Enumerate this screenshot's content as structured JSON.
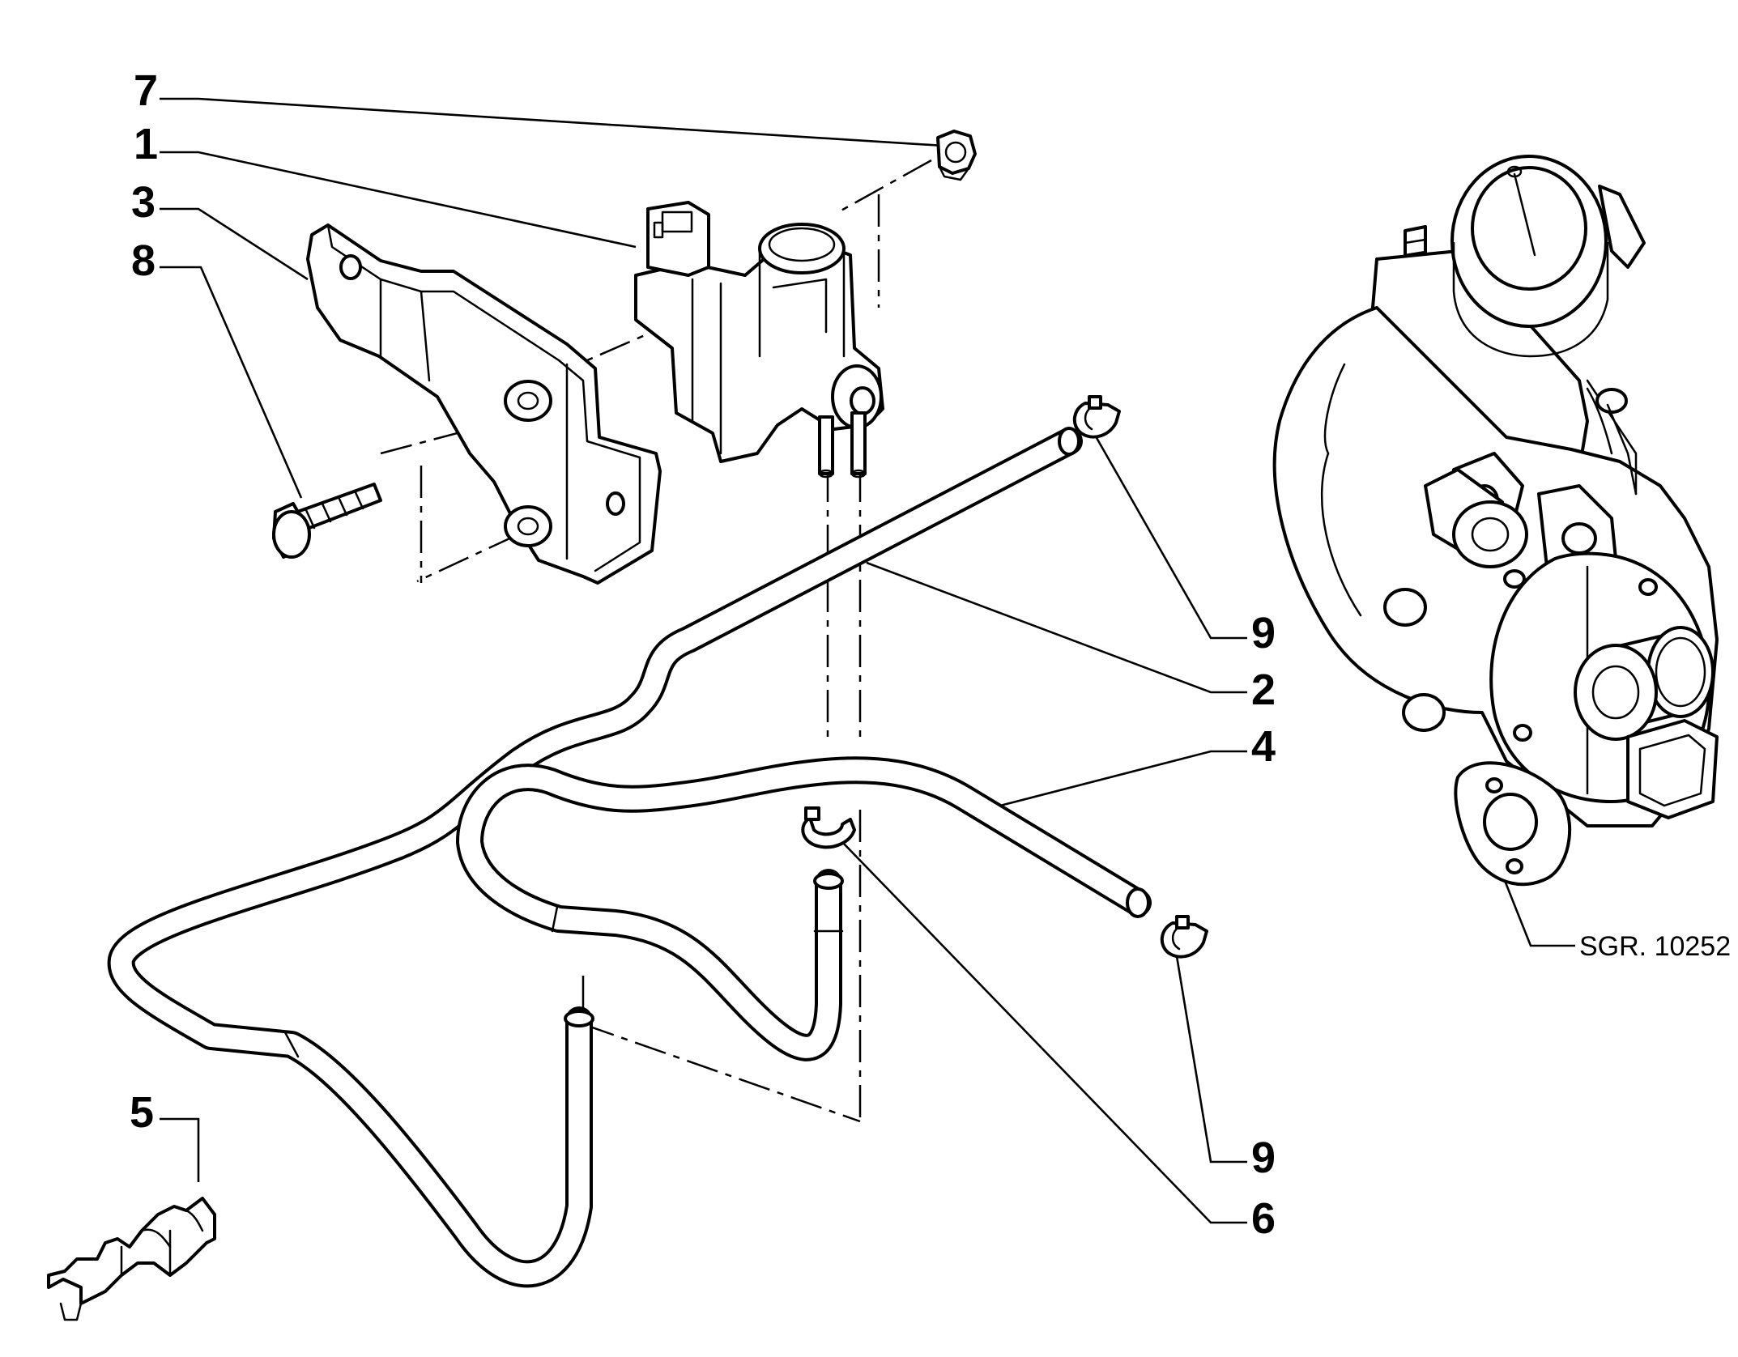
{
  "callouts": [
    {
      "id": "7",
      "label": "7"
    },
    {
      "id": "1",
      "label": "1"
    },
    {
      "id": "3",
      "label": "3"
    },
    {
      "id": "8",
      "label": "8"
    },
    {
      "id": "9a",
      "label": "9"
    },
    {
      "id": "2",
      "label": "2"
    },
    {
      "id": "4",
      "label": "4"
    },
    {
      "id": "5",
      "label": "5"
    },
    {
      "id": "9b",
      "label": "9"
    },
    {
      "id": "6",
      "label": "6"
    }
  ],
  "reference": "SGR. 10252"
}
